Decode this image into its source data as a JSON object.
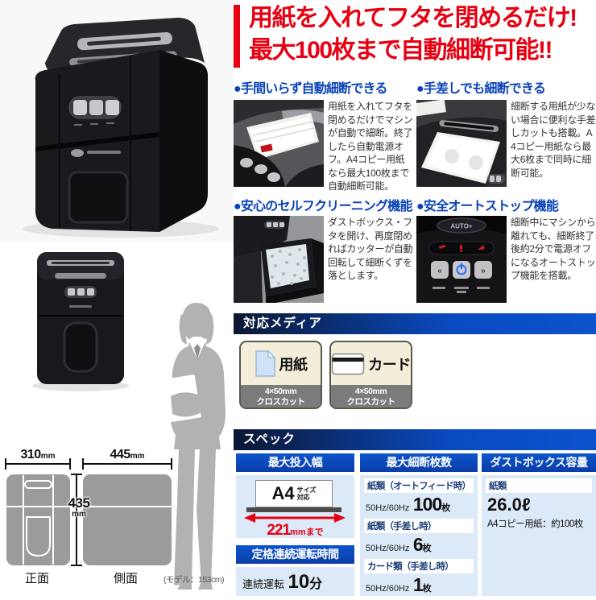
{
  "headline": {
    "line1": "用紙を入れてフタを閉めるだけ!",
    "line2": "最大100枚まで自動細断可能!!"
  },
  "features": [
    {
      "title": "●手間いらず自動細断できる",
      "body": "用紙を入れてフタを閉めるだけでマシンが自動で細断。終了したら自動電源オフ。A4コピー用紙なら最大100枚まで自動細断可能。"
    },
    {
      "title": "●手差しでも細断できる",
      "body": "細断する用紙が少ない場合に便利な手差しカットも搭載。A4コピー用紙なら最大6枚まで同時に細断可能。"
    },
    {
      "title": "●安心のセルフクリーニング機能",
      "body": "ダストボックス・フタを開け、再度閉めればカッターが自動回転して細断くずを落とします。"
    },
    {
      "title": "●安全オートストップ機能",
      "body": "細断中にマシンから離れても、細断終了後約2分で電源オフになるオートストップ機能を搭載。",
      "panel_text": "AUTO+"
    }
  ],
  "media": {
    "header": "対応メディア",
    "items": [
      {
        "label": "用紙",
        "cut_size": "4×50mm",
        "cut_type": "クロスカット",
        "icon": "paper-sheet-icon"
      },
      {
        "label": "カード",
        "cut_size": "4×50mm",
        "cut_type": "クロスカット",
        "icon": "card-icon"
      }
    ]
  },
  "spec": {
    "header": "スペック",
    "max_width": {
      "title": "最大投入幅",
      "paper_label": "A4",
      "paper_sub1": "サイズ",
      "paper_sub2": "対応",
      "value": "221",
      "unit": "mmまで"
    },
    "max_sheets": {
      "title": "最大細断枚数",
      "rows": [
        {
          "label": "紙類（オートフィード時）",
          "prefix": "50Hz/60Hz",
          "value": "100",
          "unit": "枚"
        },
        {
          "label": "紙類（手差し時）",
          "prefix": "50Hz/60Hz",
          "value": "6",
          "unit": "枚"
        },
        {
          "label": "カード類（手差し時）",
          "prefix": "50Hz/60Hz",
          "value": "1",
          "unit": "枚"
        }
      ]
    },
    "dustbox": {
      "title": "ダストボックス容量",
      "label": "紙類",
      "value": "26.0ℓ",
      "note": "A4コピー用紙：約100枚"
    },
    "runtime": {
      "title": "定格連続運転時間",
      "prefix": "連続運転",
      "value": "10",
      "unit": "分"
    }
  },
  "dimensions": {
    "front_width": "310",
    "side_width": "445",
    "height": "435",
    "unit": "mm",
    "front_label": "正面",
    "side_label": "側面",
    "model_note": "(モデル：153cm)"
  },
  "colors": {
    "accent_red": "#e60012",
    "heading_blue": "#0a43b8",
    "bar_blue": "#0b52cc",
    "light_blue_bg": "#dce9f8"
  },
  "icons": {
    "paper_icon": "paper-sheet-icon (light blue sheet, folded corner)",
    "card_icon": "card-icon (white card with black magnetic stripe)",
    "power_icon": "power-icon (blue power glyph on center button)"
  }
}
